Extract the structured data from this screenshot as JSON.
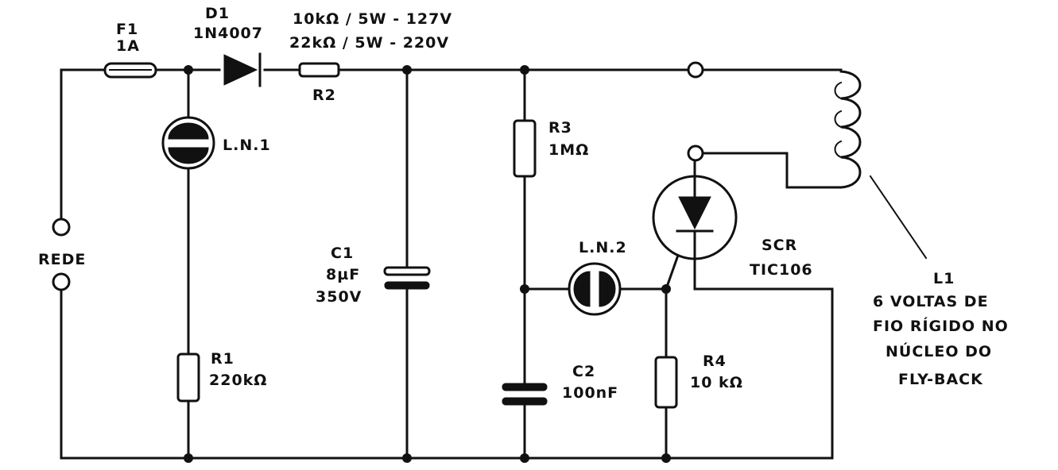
{
  "components": {
    "F1": {
      "ref": "F1",
      "value": "1A"
    },
    "D1": {
      "ref": "D1",
      "value": "1N4007"
    },
    "R2": {
      "ref": "R2",
      "value_line1": "10kΩ / 5W - 127V",
      "value_line2": "22kΩ / 5W - 220V"
    },
    "LN1": {
      "ref": "L.N.1"
    },
    "R1": {
      "ref": "R1",
      "value": "220kΩ"
    },
    "C1": {
      "ref": "C1",
      "value1": "8µF",
      "value2": "350V"
    },
    "R3": {
      "ref": "R3",
      "value": "1MΩ"
    },
    "LN2": {
      "ref": "L.N.2"
    },
    "C2": {
      "ref": "C2",
      "value": "100nF"
    },
    "R4": {
      "ref": "R4",
      "value": "10 kΩ"
    },
    "SCR": {
      "ref": "SCR",
      "value": "TIC106"
    },
    "L1": {
      "ref": "L1",
      "desc": [
        "6 VOLTAS DE",
        "FIO RÍGIDO NO",
        "NÚCLEO DO",
        "FLY-BACK"
      ]
    }
  },
  "input_label": "REDE"
}
